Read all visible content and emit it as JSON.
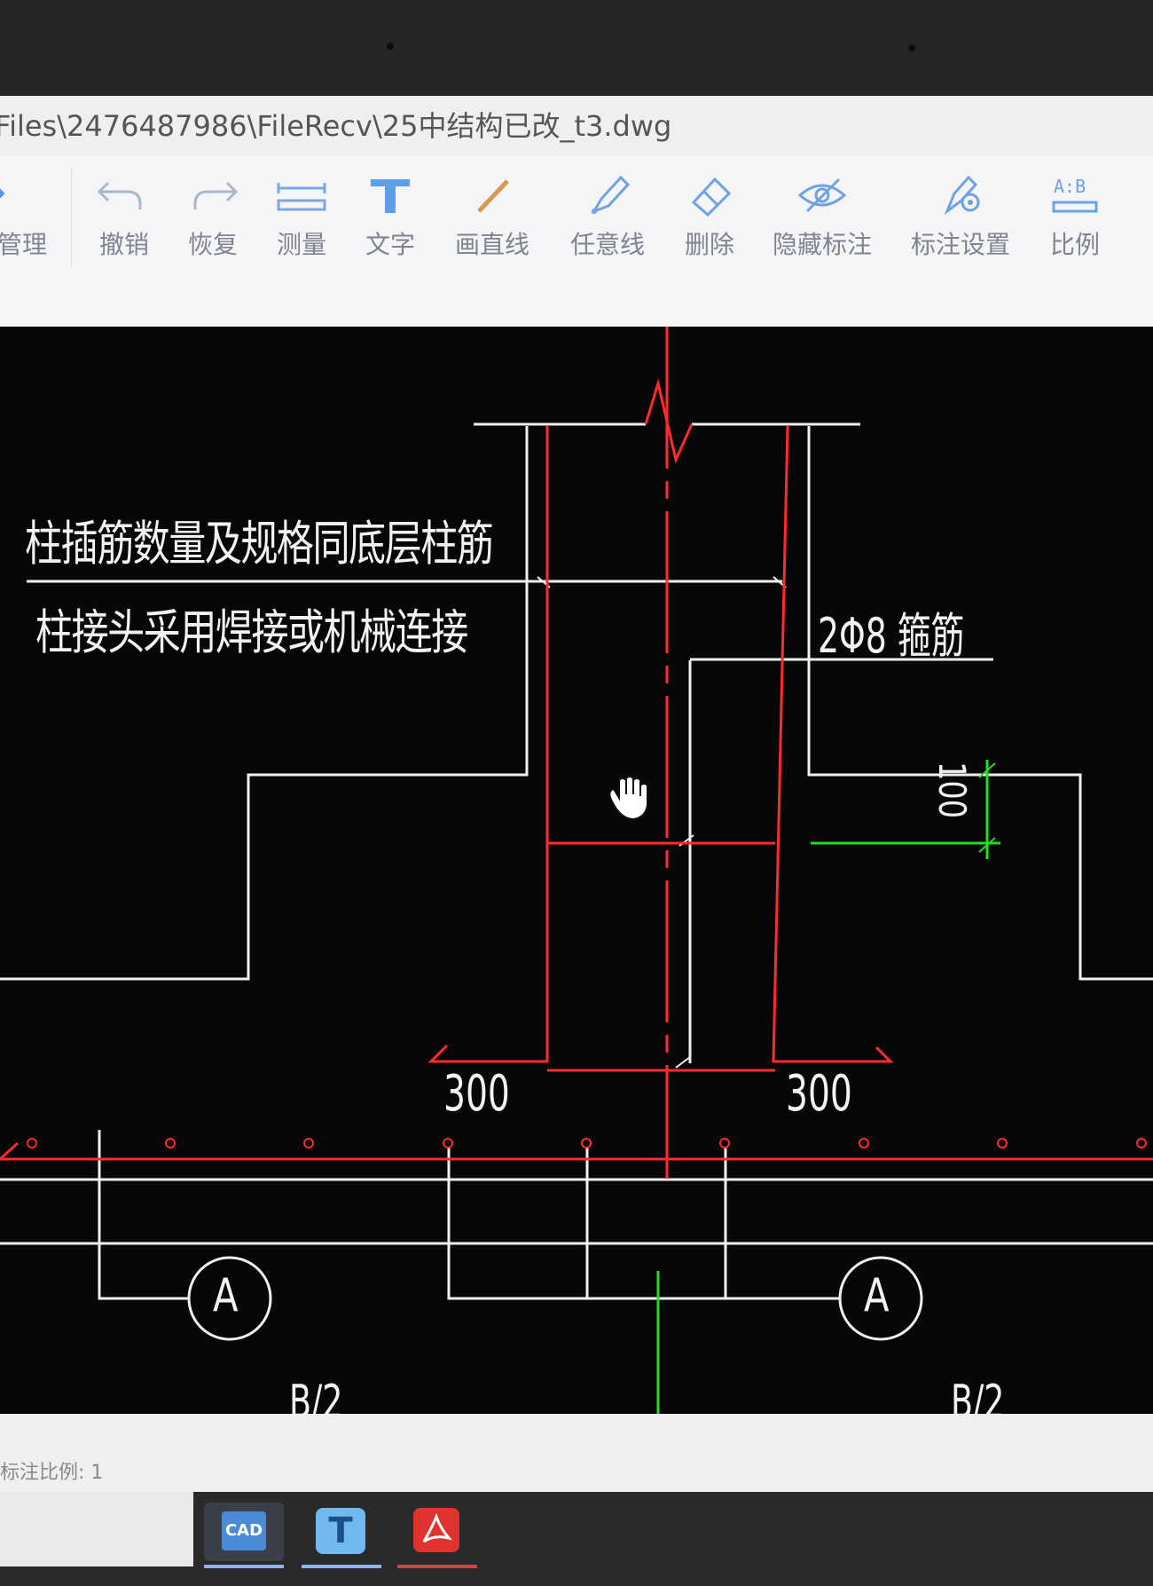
{
  "window": {
    "title": "Files\\2476487986\\FileRecv\\25中结构已改_t3.dwg"
  },
  "toolbar": {
    "items": [
      {
        "label": "管理",
        "icon": "manage-icon"
      },
      {
        "label": "撤销",
        "icon": "undo-icon"
      },
      {
        "label": "恢复",
        "icon": "redo-icon"
      },
      {
        "label": "测量",
        "icon": "measure-icon"
      },
      {
        "label": "文字",
        "icon": "text-icon"
      },
      {
        "label": "画直线",
        "icon": "line-icon"
      },
      {
        "label": "任意线",
        "icon": "pen-icon"
      },
      {
        "label": "删除",
        "icon": "eraser-icon"
      },
      {
        "label": "隐藏标注",
        "icon": "eye-hidden-icon"
      },
      {
        "label": "标注设置",
        "icon": "settings-pen-icon"
      },
      {
        "label": "比例",
        "icon": "scale-icon"
      }
    ],
    "scale_icon_text": "A:B"
  },
  "drawing": {
    "note_line1": "柱插筋数量及规格同底层柱筋",
    "note_line2": "柱接头采用焊接或机械连接",
    "stirrup_label": "2Φ8 箍筋",
    "dim_100": "100",
    "dim_left": "300",
    "dim_right": "300",
    "axis_left": "A",
    "axis_right": "A",
    "axis_left_sub": "B/2",
    "axis_right_sub": "B/2",
    "colors": {
      "background": "#070707",
      "white_line": "#f0f0f0",
      "red_line": "#ff2a2a",
      "green_line": "#22dd22"
    }
  },
  "status": {
    "text": "标注比例: 1"
  },
  "taskbar": {
    "apps": [
      {
        "name": "CAD",
        "icon": "cad-app-icon"
      },
      {
        "name": "T",
        "icon": "text-app-icon"
      },
      {
        "name": "",
        "icon": "pdf-app-icon"
      }
    ]
  }
}
